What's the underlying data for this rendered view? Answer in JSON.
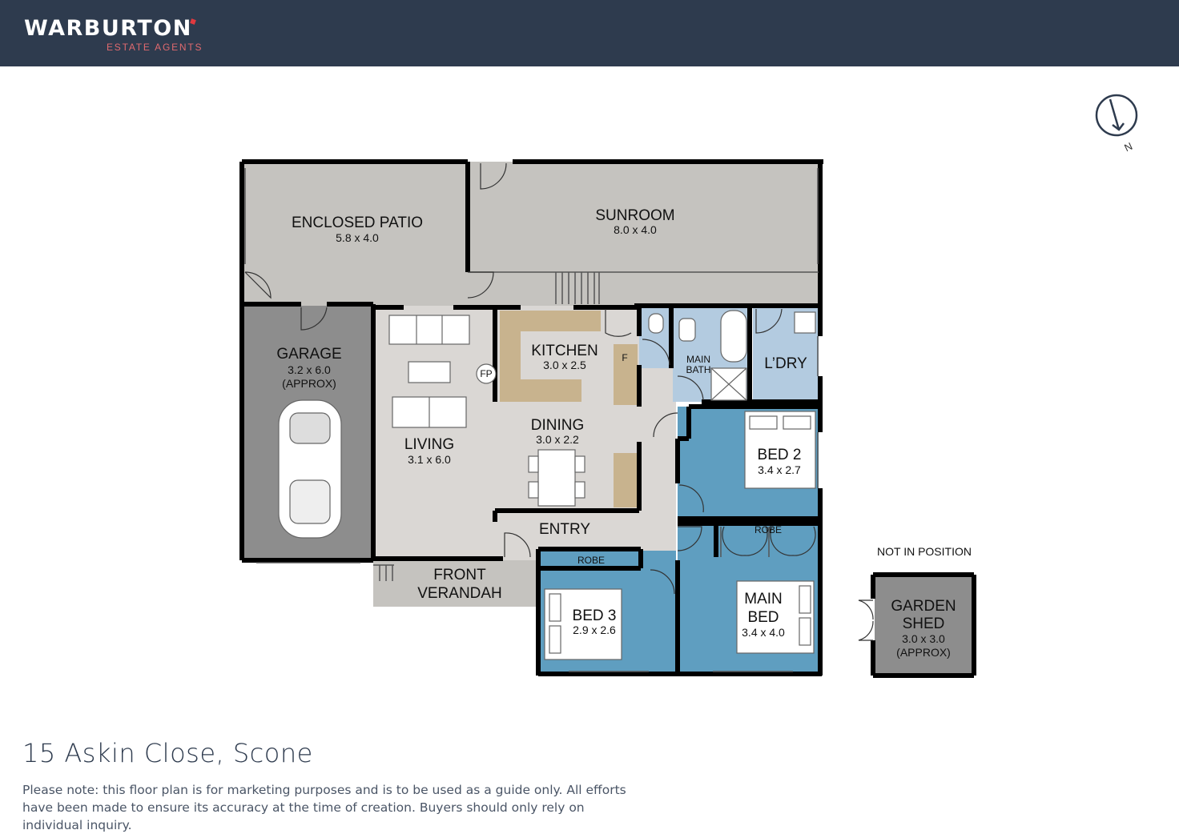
{
  "brand": {
    "name": "WARBURTON",
    "tagline": "ESTATE AGENTS"
  },
  "property": {
    "address": "15 Askin Close, Scone",
    "disclaimer": "Please note: this floor plan is for marketing purposes and is to be used as a guide only. All efforts have been made to ensure its accuracy at the time of creation. Buyers should only rely on individual inquiry."
  },
  "compass": {
    "label": "N"
  },
  "colors": {
    "header": "#2e3b4e",
    "outdoor": "#c5c3bf",
    "garage": "#8d8d8d",
    "living": "#dad7d4",
    "bedroom": "#5f9ec0",
    "wet_area": "#b3cbe0",
    "kitchen_bench": "#c8b38e",
    "wall": "#000000"
  },
  "rooms": {
    "enclosed_patio": {
      "name": "ENCLOSED PATIO",
      "dims": "5.8 x 4.0"
    },
    "sunroom": {
      "name": "SUNROOM",
      "dims": "8.0 x 4.0"
    },
    "garage": {
      "name": "GARAGE",
      "dims": "3.2 x 6.0",
      "note": "(APPROX)"
    },
    "kitchen": {
      "name": "KITCHEN",
      "dims": "3.0 x 2.5"
    },
    "dining": {
      "name": "DINING",
      "dims": "3.0 x 2.2"
    },
    "living": {
      "name": "LIVING",
      "dims": "3.1 x 6.0"
    },
    "main_bath": {
      "name_line1": "MAIN",
      "name_line2": "BATH"
    },
    "laundry": {
      "name": "L’DRY"
    },
    "bed2": {
      "name": "BED 2",
      "dims": "3.4 x 2.7"
    },
    "entry": {
      "name": "ENTRY"
    },
    "front_verandah": {
      "name_line1": "FRONT",
      "name_line2": "VERANDAH"
    },
    "bed3": {
      "name": "BED 3",
      "dims": "2.9 x 2.6",
      "robe": "ROBE"
    },
    "main_bed": {
      "name_line1": "MAIN",
      "name_line2": "BED",
      "dims": "3.4 x 4.0",
      "robe": "ROBE"
    },
    "garden_shed": {
      "name_line1": "GARDEN",
      "name_line2": "SHED",
      "dims": "3.0 x 3.0",
      "note": "(APPROX)",
      "position_note": "NOT IN POSITION"
    }
  },
  "fixtures": {
    "fireplace": "FP",
    "fridge": "F"
  }
}
